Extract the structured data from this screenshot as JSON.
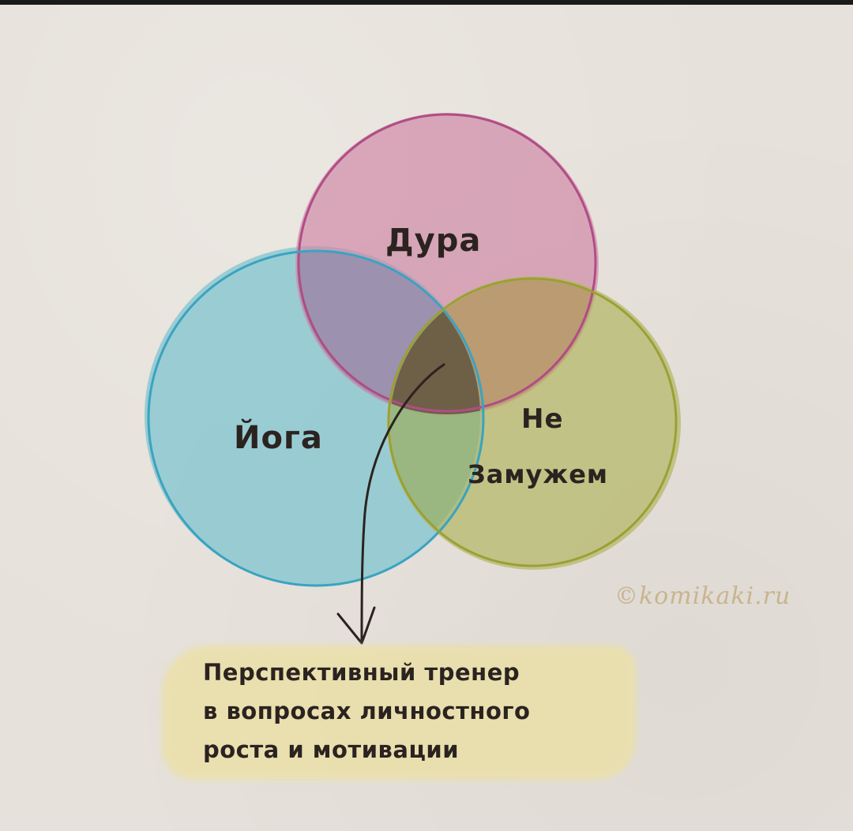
{
  "diagram": {
    "circles": [
      {
        "id": "top",
        "label": "Дура",
        "fill": "#d08aa8",
        "stroke": "#b04d86"
      },
      {
        "id": "left",
        "label": "Йога",
        "fill": "#7fc4cf",
        "stroke": "#3aa3c0"
      },
      {
        "id": "right",
        "label_line1": "Не",
        "label_line2": "Замужем",
        "fill": "#b6b86a",
        "stroke": "#9aa034"
      }
    ],
    "center_fill": "#6b5c44",
    "callout": {
      "lines": [
        "Перспективный тренер",
        "в вопросах личностного",
        "роста и мотивации"
      ],
      "highlight": "#ebe0a8"
    },
    "credit": "©komikaki.ru"
  }
}
